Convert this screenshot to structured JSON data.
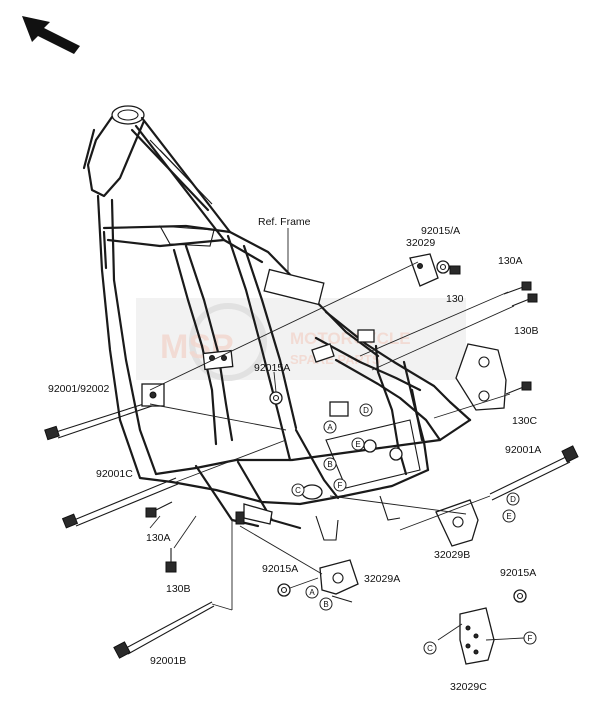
{
  "labels": {
    "ref_frame": "Ref. Frame",
    "p92015A_top": "92015/A",
    "p32029_top": "32029",
    "p130": "130",
    "p130A_right": "130A",
    "p130B_right": "130B",
    "p130C": "130C",
    "p92015A_mid": "92015A",
    "p92001_92002": "92001/92002",
    "p92001C": "92001C",
    "p92001A": "92001A",
    "p130A_left": "130A",
    "p130B_left": "130B",
    "p32029B": "32029B",
    "p92015A_low": "92015A",
    "p32029A": "32029A",
    "p92015A_right": "92015A",
    "p92001B": "92001B",
    "p32029C": "32029C"
  },
  "watermark": {
    "logo": "MSP",
    "line1": "MOTORCYCLE",
    "line2": "SPARE PARTS"
  },
  "letters": [
    "A",
    "B",
    "C",
    "D",
    "E",
    "F"
  ]
}
